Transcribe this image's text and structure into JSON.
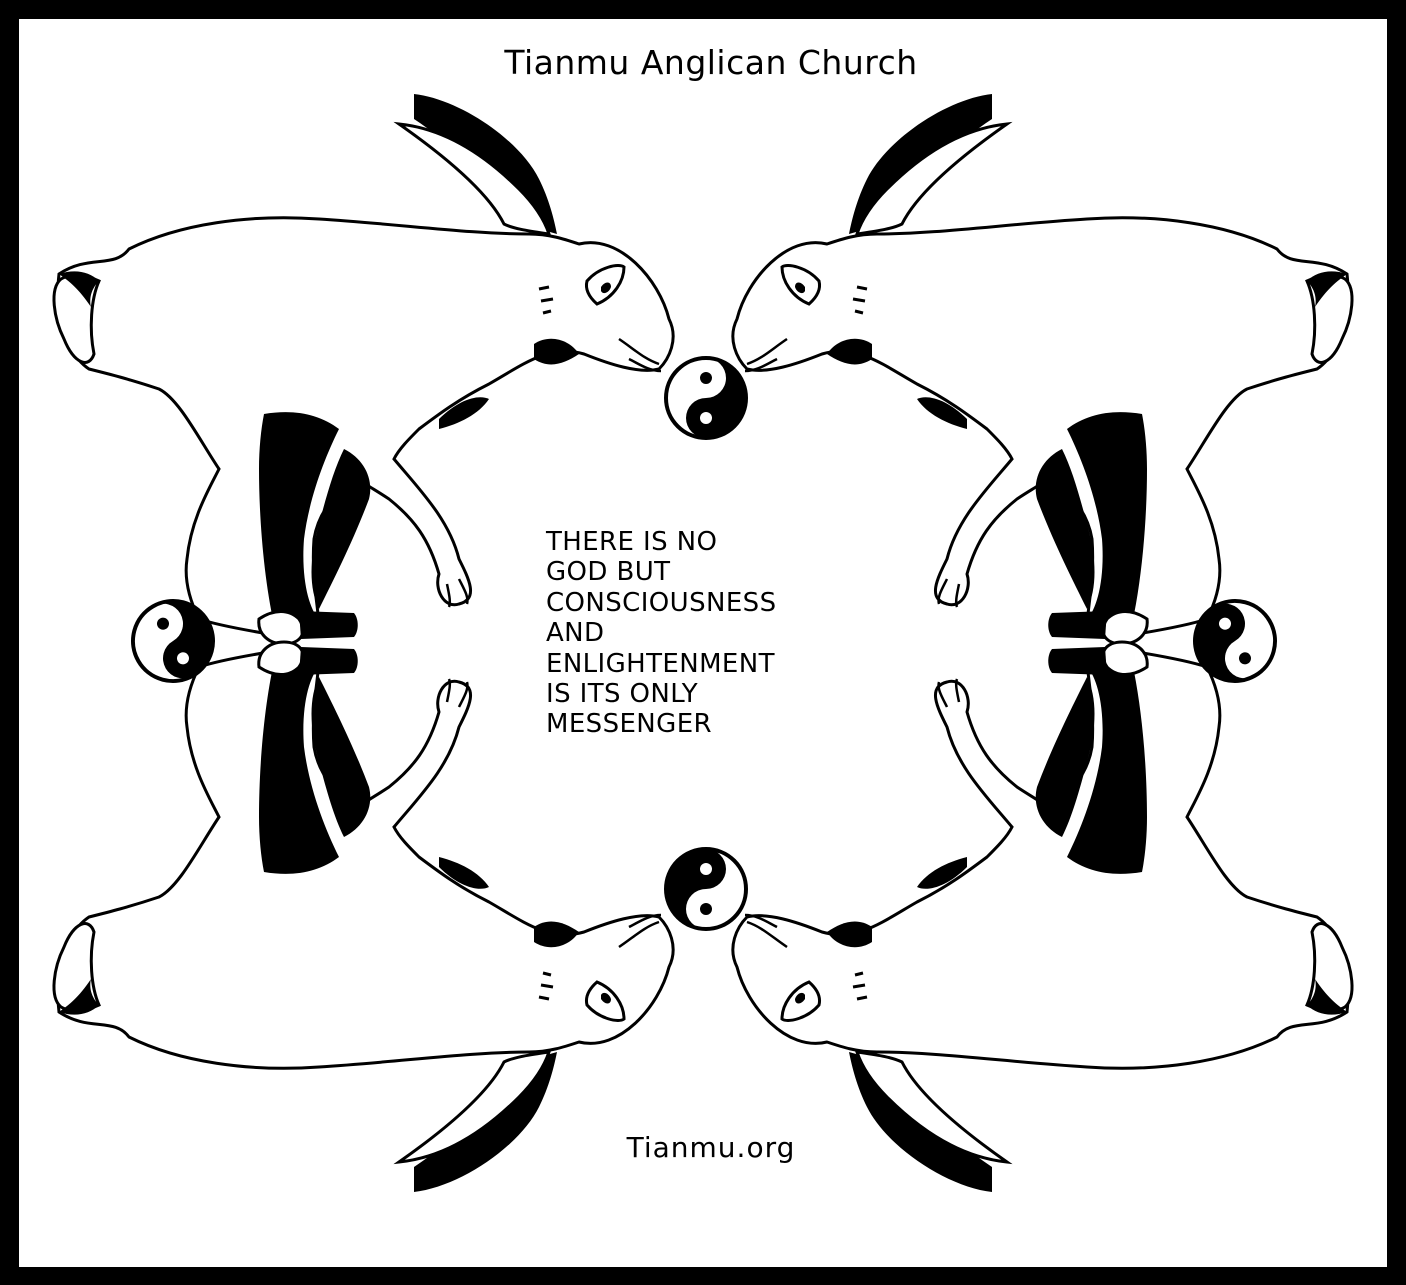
{
  "title": "Tianmu Anglican Church",
  "motto": {
    "lines": [
      "THERE IS NO",
      "GOD BUT",
      "CONSCIOUSNESS",
      "AND",
      "ENLIGHTENMENT",
      "IS ITS ONLY",
      "MESSENGER"
    ]
  },
  "website": "Tianmu.org",
  "colors": {
    "frame": "#000000",
    "background": "#ffffff",
    "ink": "#000000"
  },
  "icons": [
    "hare-illustration",
    "yin-yang-icon"
  ]
}
